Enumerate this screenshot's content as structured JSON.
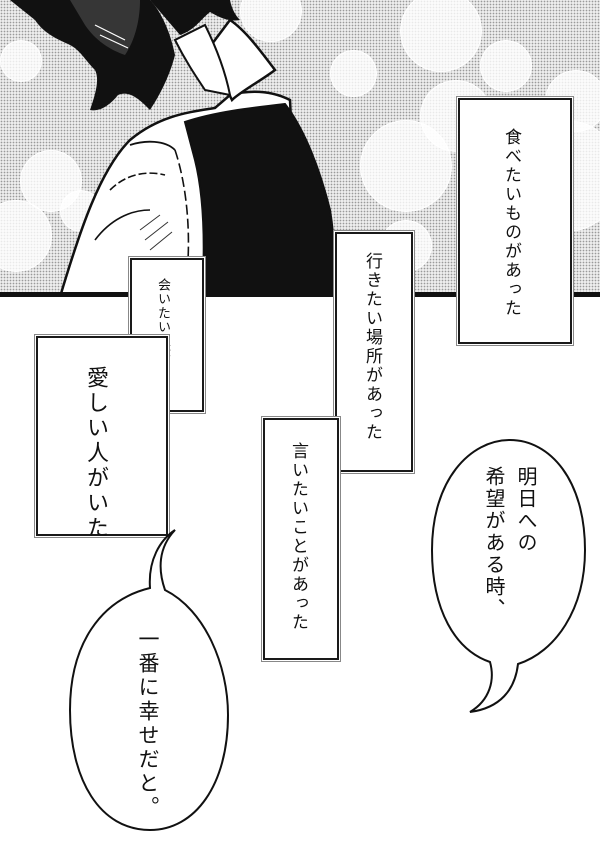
{
  "captions": {
    "food": "食べたいものがあった",
    "place": "行きたい場所があった",
    "meet": "会いたい人がいた",
    "beloved": "愛しい人がいた",
    "say": "言いたいことがあった"
  },
  "balloons": {
    "hope_line1": "明日への",
    "hope_line2": "希望がある時、",
    "happy": "一番に幸せだと。"
  },
  "colors": {
    "ink": "#111111",
    "screentone": "#9a9a9a",
    "paper": "#ffffff"
  }
}
